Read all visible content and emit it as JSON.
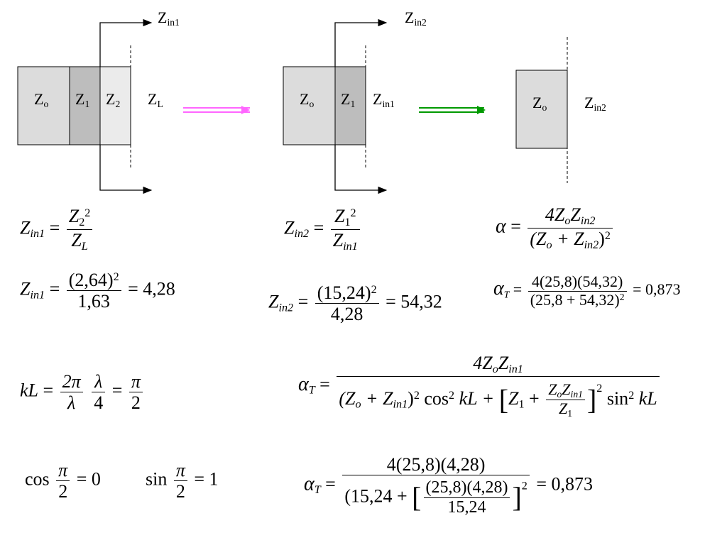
{
  "diagram": {
    "stage1": {
      "zo": "Z",
      "zo_sub": "o",
      "z1": "Z",
      "z1_sub": "1",
      "z2": "Z",
      "z2_sub": "2",
      "zl": "Z",
      "zl_sub": "L",
      "zin": "Z",
      "zin_sub": "in1"
    },
    "stage2": {
      "zo": "Z",
      "zo_sub": "o",
      "z1": "Z",
      "z1_sub": "1",
      "zin1": "Z",
      "zin1_sub": "in1",
      "zin": "Z",
      "zin_sub": "in2"
    },
    "stage3": {
      "zo": "Z",
      "zo_sub": "o",
      "zin2": "Z",
      "zin2_sub": "in2"
    },
    "colors": {
      "arrow1": "#ff66ff",
      "arrow2": "#009900",
      "gray_dark": "#bdbdbd",
      "gray_mid": "#dcdcdc",
      "gray_light": "#ebebeb"
    }
  },
  "equations": {
    "zin1_formula": {
      "lhs": "Z",
      "lhs_sub": "in1",
      "eq": "=",
      "num": "Z",
      "num_sub": "2",
      "num_sup": "2",
      "den": "Z",
      "den_sub": "L"
    },
    "zin1_value": {
      "lhs": "Z",
      "lhs_sub": "in1",
      "eq": "=",
      "num": "(2,64)",
      "num_sup": "2",
      "den": "1,63",
      "result": "= 4,28"
    },
    "zin2_formula": {
      "lhs": "Z",
      "lhs_sub": "in2",
      "eq": "=",
      "num": "Z",
      "num_sub": "1",
      "num_sup": "2",
      "den": "Z",
      "den_sub": "in1"
    },
    "zin2_value": {
      "lhs": "Z",
      "lhs_sub": "in2",
      "eq": "=",
      "num": "(15,24)",
      "num_sup": "2",
      "den": "4,28",
      "result": "= 54,32"
    },
    "alpha_formula": {
      "lhs": "α",
      "eq": "=",
      "num_a": "4Z",
      "num_a_sub": "o",
      "num_b": "Z",
      "num_b_sub": "in2",
      "den_open": "(Z",
      "den_a_sub": "o",
      "den_plus": " + Z",
      "den_b_sub": "in2",
      "den_close": ")",
      "den_sup": "2"
    },
    "alphaT_value": {
      "lhs": "α",
      "lhs_sub": "T",
      "eq": "=",
      "num": "4(25,8)(54,32)",
      "den": "(25,8 + 54,32)",
      "den_sup": "2",
      "result": "= 0,873"
    },
    "kl": {
      "lhs": "kL",
      "eq1": "=",
      "f1_num": "2π",
      "f1_den": "λ",
      "f2_num": "λ",
      "f2_den": "4",
      "eq2": "=",
      "f3_num": "π",
      "f3_den": "2"
    },
    "alphaT_general": {
      "lhs": "α",
      "lhs_sub": "T",
      "eq": "=",
      "num_a": "4Z",
      "num_a_sub": "o",
      "num_b": "Z",
      "num_b_sub": "in1",
      "den_part1": "(Z",
      "den_part1_sub": "o",
      "den_part2": " + Z",
      "den_part2_sub": "in1",
      "den_part3": ")",
      "den_part3_sup": "2",
      "den_cos": " cos",
      "den_cos_sup": "2",
      "den_kl": " kL +",
      "br_z1": "Z",
      "br_z1_sub": "1",
      "br_plus": " +",
      "br_num_a": "Z",
      "br_num_a_sub": "o",
      "br_num_b": "Z",
      "br_num_b_sub": "in1",
      "br_den": "Z",
      "br_den_sub": "1",
      "br_sup": "2",
      "den_sin": " sin",
      "den_sin_sup": "2",
      "den_kl2": " kL"
    },
    "cos_eq": {
      "fn": "cos",
      "num": "π",
      "den": "2",
      "result": "= 0"
    },
    "sin_eq": {
      "fn": "sin",
      "num": "π",
      "den": "2",
      "result": "= 1"
    },
    "alphaT_final": {
      "lhs": "α",
      "lhs_sub": "T",
      "eq": "=",
      "num": "4(25,8)(4,28)",
      "den_open": "(15,24 +",
      "br_num": "(25,8)(4,28)",
      "br_den": "15,24",
      "br_sup": "2",
      "result": "= 0,873"
    }
  }
}
